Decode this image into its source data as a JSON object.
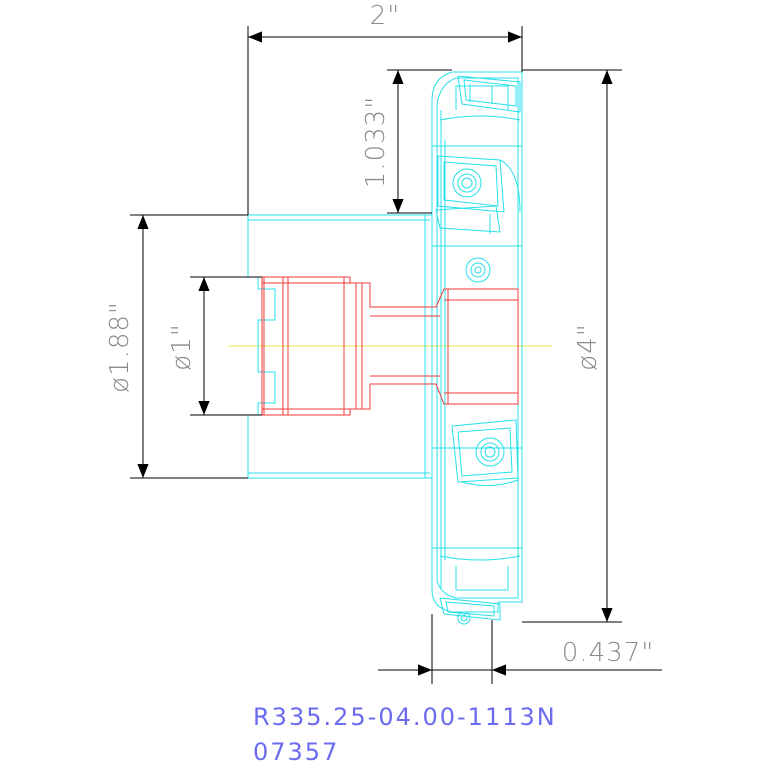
{
  "title_block": {
    "part_number": "R335.25-04.00-1113N",
    "item_code": "07357"
  },
  "dimensions": {
    "overall_length": "2\"",
    "insert_height": "1.033\"",
    "hub_diameter": "ø1.88\"",
    "bore_diameter": "ø1\"",
    "cutter_diameter": "ø4\"",
    "cutter_width": "0.437\""
  },
  "colors": {
    "body_outline": "#28e0ea",
    "bore_outline": "#f03a3a",
    "centerline": "#e8e84a",
    "dimension_lines": "#000000",
    "dimension_text": "#8a8a8a",
    "part_number_text": "#6b6bf0"
  }
}
